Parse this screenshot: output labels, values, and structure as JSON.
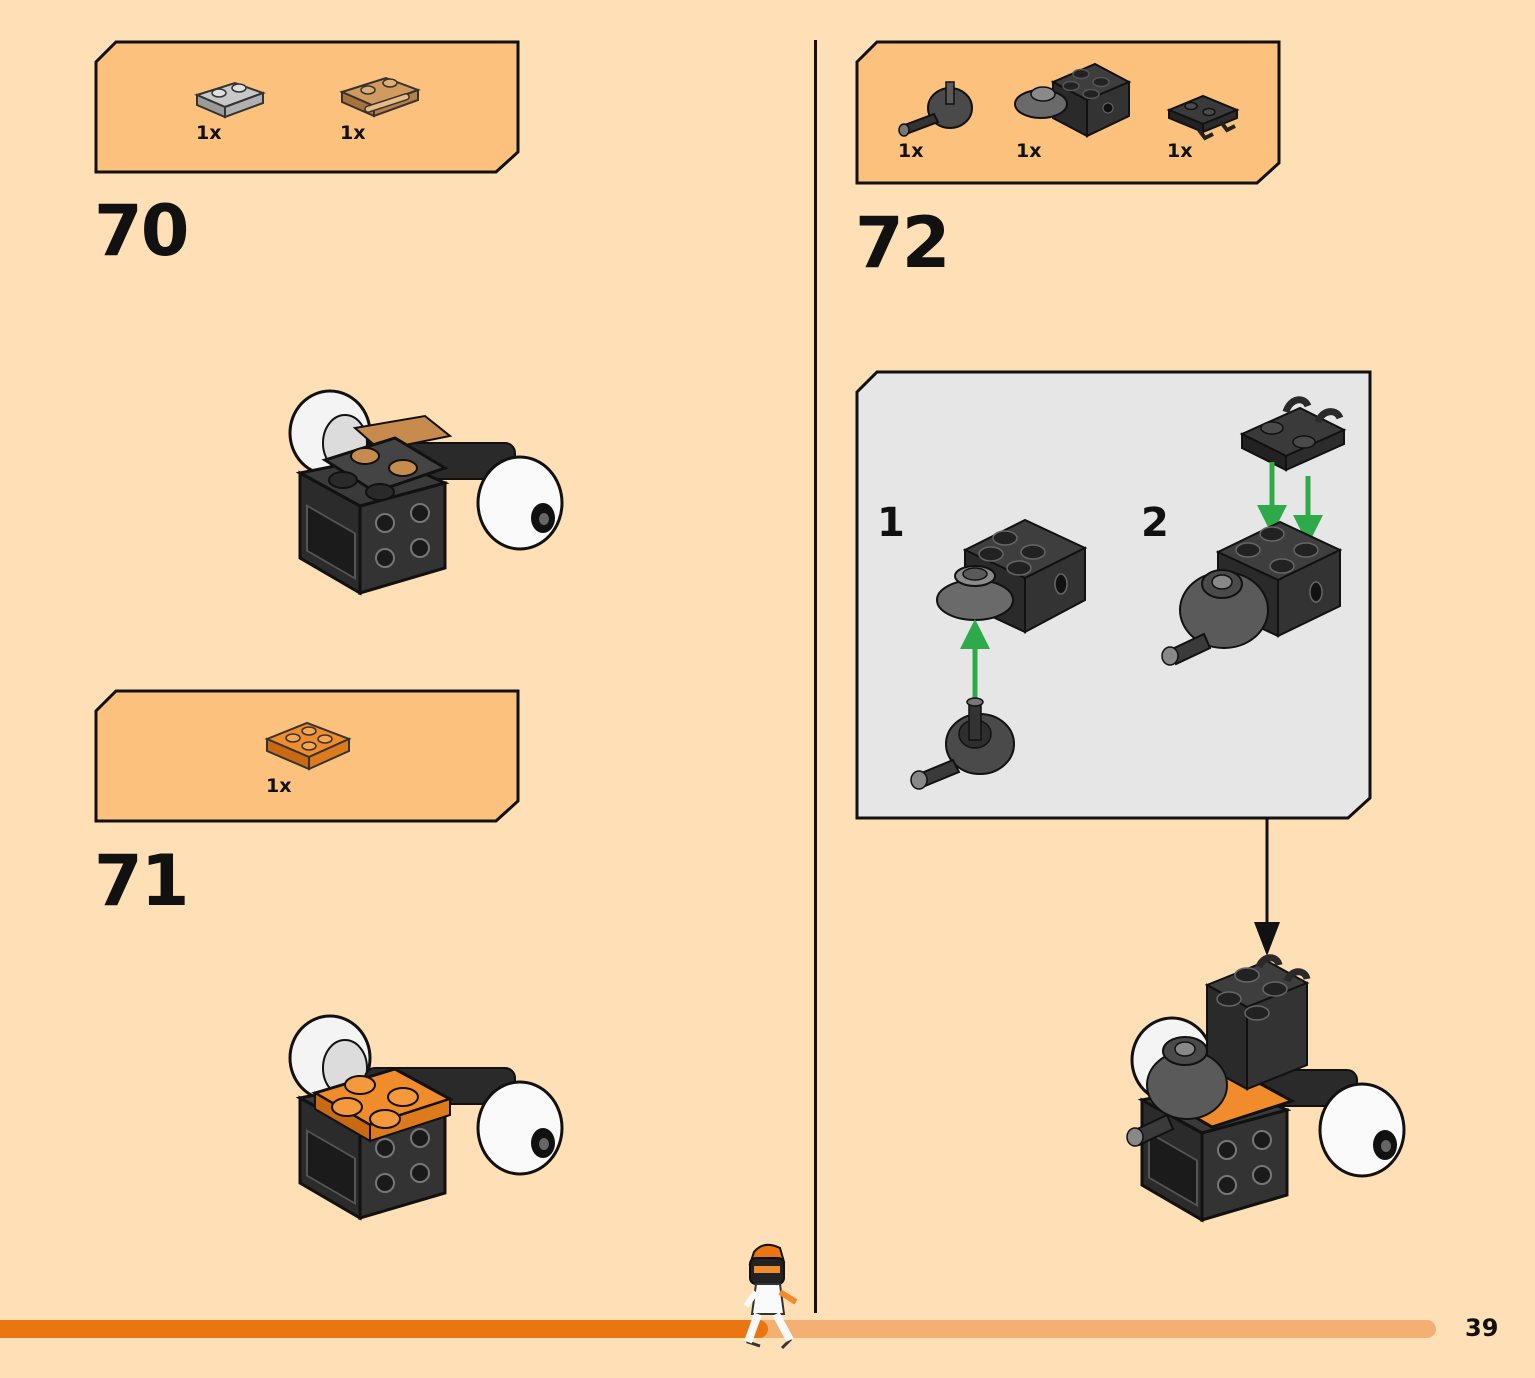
{
  "page": {
    "number": "39"
  },
  "colors": {
    "background": "#ffdfb5",
    "parts_box": "#fcc17d",
    "callout_box": "#e6e6e6",
    "progress_done": "#ea7511",
    "progress_remaining": "#f4b073",
    "arrow_green": "#2eaa4b"
  },
  "progress": {
    "fraction": 0.5
  },
  "steps": [
    {
      "number": "70",
      "parts": [
        {
          "name": "plate-1x2-light-gray",
          "qty": "1x"
        },
        {
          "name": "plate-1x2-handle-tan",
          "qty": "1x"
        }
      ]
    },
    {
      "number": "71",
      "parts": [
        {
          "name": "plate-2x2-orange",
          "qty": "1x"
        }
      ]
    },
    {
      "number": "72",
      "parts": [
        {
          "name": "ball-joint-dark-gray",
          "qty": "1x"
        },
        {
          "name": "brick-2x2-dome-dark-gray",
          "qty": "1x"
        },
        {
          "name": "plate-clips-black",
          "qty": "1x"
        }
      ],
      "substeps": [
        "1",
        "2"
      ]
    }
  ]
}
